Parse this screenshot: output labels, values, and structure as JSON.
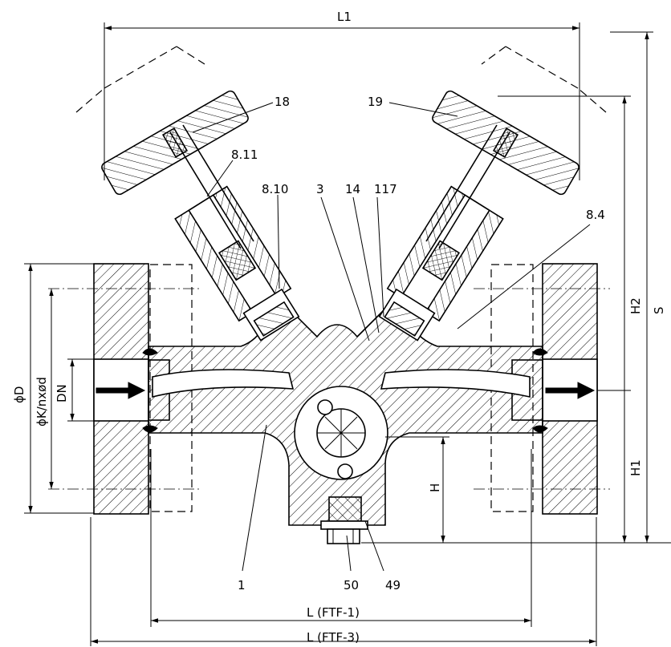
{
  "dimensions": {
    "l1": "L1",
    "h2": "H2",
    "s": "S",
    "h1": "H1",
    "h": "H",
    "d": "ϕD",
    "k": "ϕK/nxød",
    "dn": "DN",
    "l_ftf1": "L (FTF-1)",
    "l_ftf3": "L (FTF-3)"
  },
  "parts": {
    "p18": "18",
    "p19": "19",
    "p811": "8.11",
    "p810": "8.10",
    "p3": "3",
    "p14": "14",
    "p117": "117",
    "p84": "8.4",
    "p1": "1",
    "p50": "50",
    "p49": "49"
  },
  "colors": {
    "line": "#000000",
    "background": "#ffffff"
  }
}
